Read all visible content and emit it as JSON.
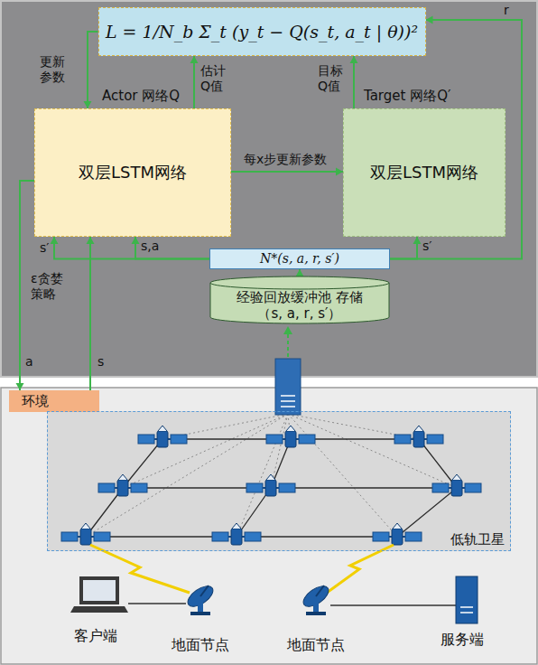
{
  "diagram": {
    "nodes": [
      {
        "text": [
          "L = 1/N_b Σ_t (y_t − Q(s_t, a_t | θ))²"
        ]
      },
      {
        "text": [
          "Actor 网络Q",
          "双层LSTM网络"
        ]
      },
      {
        "text": [
          "Target 网络Q′",
          "双层LSTM网络"
        ]
      },
      {
        "text": [
          "N*(s, a, r, s′)"
        ]
      },
      {
        "text": [
          "经验回放缓冲池 存储（s, a, r, s′）"
        ]
      },
      {
        "text": [
          "环境"
        ]
      },
      {
        "text": [
          "低轨卫星"
        ]
      }
    ],
    "edges": [
      {
        "from": 0,
        "to": 1,
        "arrow": "to",
        "label": "更新 参数"
      },
      {
        "from": 1,
        "to": 0,
        "arrow": "to",
        "label": "估计 Q值"
      },
      {
        "from": 2,
        "to": 0,
        "arrow": "to",
        "label": "目标 Q值"
      },
      {
        "from": 1,
        "to": 2,
        "arrow": "to",
        "label": "每x步更新参数"
      },
      {
        "from": 3,
        "to": 0,
        "arrow": "to",
        "label": "r"
      },
      {
        "from": 3,
        "to": 1,
        "arrow": "to",
        "label": "s′"
      },
      {
        "from": 3,
        "to": 1,
        "arrow": "to",
        "label": "s,a"
      },
      {
        "from": 3,
        "to": 2,
        "arrow": "to",
        "label": "s′"
      },
      {
        "from": 4,
        "to": 3,
        "arrow": "to"
      },
      {
        "from": 1,
        "to": 5,
        "arrow": "to",
        "label": "a"
      },
      {
        "from": 5,
        "to": 1,
        "arrow": "to",
        "label": "s"
      }
    ],
    "labels": [
      "ε贪婪 策略",
      "客户端",
      "地面节点",
      "地面节点",
      "服务端"
    ]
  }
}
